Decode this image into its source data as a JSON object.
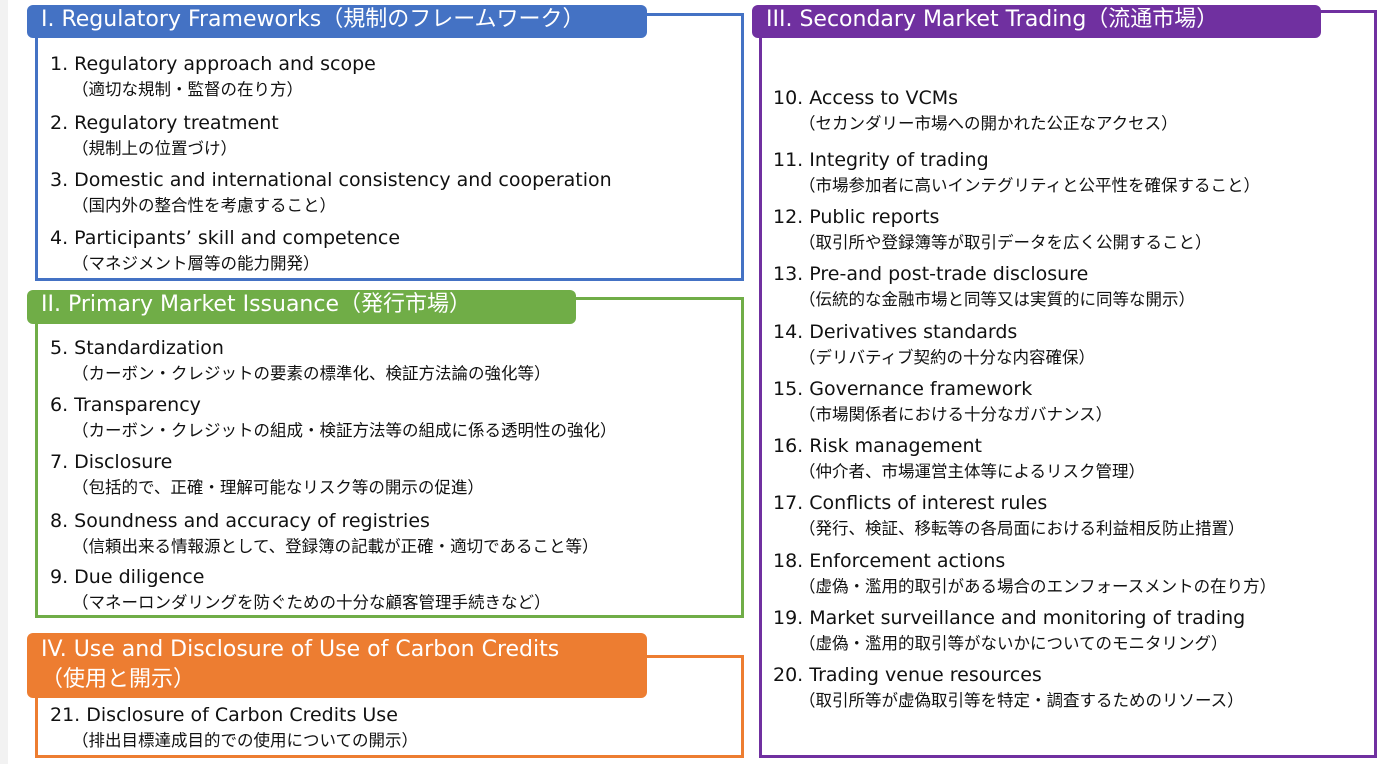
{
  "colors": {
    "blue": "#4472C4",
    "green": "#70AD47",
    "orange": "#ED7D31",
    "purple": "#7030A0"
  },
  "sections": {
    "regulatory": {
      "title": "I. Regulatory Frameworks（規制のフレームワーク）",
      "items": [
        {
          "en": "1. Regulatory approach and scope",
          "jp": "（適切な規制・監督の在り方）"
        },
        {
          "en": "2. Regulatory treatment",
          "jp": "（規制上の位置づけ）"
        },
        {
          "en": "3. Domestic and international consistency and cooperation",
          "jp": "（国内外の整合性を考慮すること）"
        },
        {
          "en": "4. Participants’ skill and competence",
          "jp": "（マネジメント層等の能力開発）"
        }
      ]
    },
    "primary": {
      "title": "II. Primary Market Issuance（発行市場）",
      "items": [
        {
          "en": "5. Standardization",
          "jp": "（カーボン・クレジットの要素の標準化、検証方法論の強化等）"
        },
        {
          "en": "6. Transparency",
          "jp": "（カーボン・クレジットの組成・検証方法等の組成に係る透明性の強化）"
        },
        {
          "en": "7. Disclosure",
          "jp": "（包括的で、正確・理解可能なリスク等の開示の促進）"
        },
        {
          "en": "8. Soundness and accuracy of registries",
          "jp": "（信頼出来る情報源として、登録簿の記載が正確・適切であること等）"
        },
        {
          "en": "9. Due diligence",
          "jp": "（マネーロンダリングを防ぐための十分な顧客管理手続きなど）"
        }
      ]
    },
    "use": {
      "title": "IV. Use and Disclosure of Use of Carbon Credits",
      "title_jp": "（使用と開示）",
      "items": [
        {
          "en": "21. Disclosure of Carbon Credits Use",
          "jp": "（排出目標達成目的での使用についての開示）"
        }
      ]
    },
    "secondary": {
      "title": "III. Secondary Market Trading（流通市場）",
      "items": [
        {
          "en": "10. Access to VCMs",
          "jp": "（セカンダリー市場への開かれた公正なアクセス）"
        },
        {
          "en": "11. Integrity of trading",
          "jp": "（市場参加者に高いインテグリティと公平性を確保すること）"
        },
        {
          "en": "12. Public reports",
          "jp": "（取引所や登録簿等が取引データを広く公開すること）"
        },
        {
          "en": "13. Pre-and post-trade disclosure",
          "jp": "（伝統的な金融市場と同等又は実質的に同等な開示）"
        },
        {
          "en": "14. Derivatives standards",
          "jp": "（デリバティブ契約の十分な内容確保）"
        },
        {
          "en": "15. Governance framework",
          "jp": "（市場関係者における十分なガバナンス）"
        },
        {
          "en": "16. Risk management",
          "jp": "（仲介者、市場運営主体等によるリスク管理）"
        },
        {
          "en": "17. Conflicts of interest rules",
          "jp": "（発行、検証、移転等の各局面における利益相反防止措置）"
        },
        {
          "en": "18. Enforcement actions",
          "jp": "（虚偽・濫用的取引がある場合のエンフォースメントの在り方）"
        },
        {
          "en": "19. Market surveillance and monitoring of trading",
          "jp": "（虚偽・濫用的取引等がないかについてのモニタリング）"
        },
        {
          "en": "20. Trading venue resources",
          "jp": "（取引所等が虚偽取引等を特定・調査するためのリソース）"
        }
      ]
    }
  }
}
